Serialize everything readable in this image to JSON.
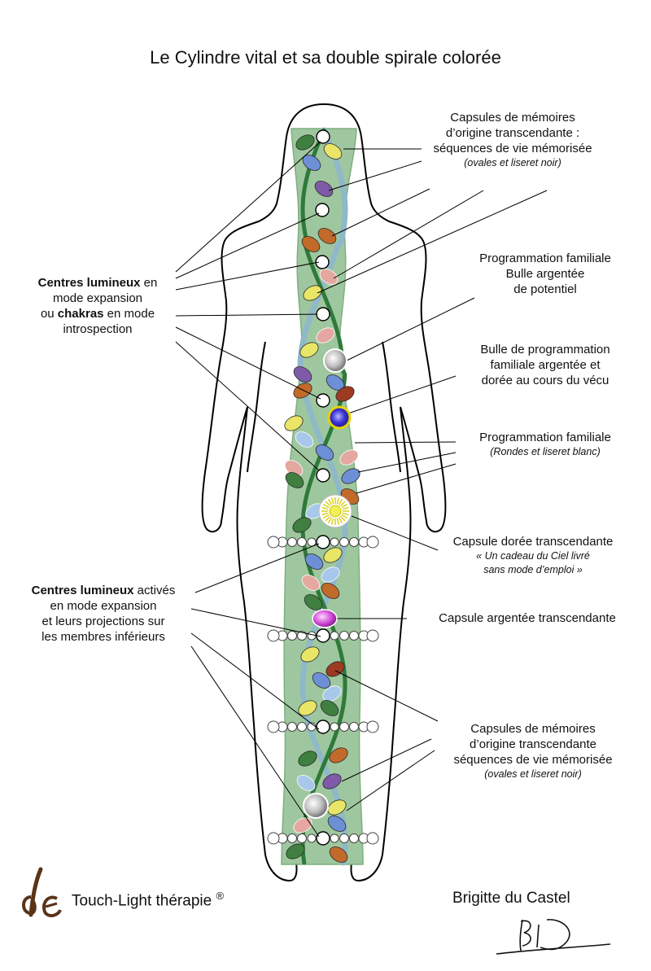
{
  "title": "Le Cylindre vital et sa double spirale colorée",
  "labels": {
    "capsules_top": {
      "l1": "Capsules de mémoires",
      "l2": "d’origine transcendante :",
      "l3": "séquences de vie mémorisée",
      "note": "(ovales et liseret noir)"
    },
    "prog_fam_bulle": {
      "l1": "Programmation familiale",
      "l2": "Bulle argentée",
      "l3": "de potentiel"
    },
    "bulle_prog": {
      "l1": "Bulle de programmation",
      "l2": "familiale argentée et",
      "l3": "dorée au cours du vécu"
    },
    "prog_fam_rondes": {
      "l1": "Programmation familiale",
      "note": "(Rondes et liseret blanc)"
    },
    "capsule_doree": {
      "l1": "Capsule dorée transcendante",
      "note1": "« Un cadeau du Ciel livré",
      "note2": "sans mode d’emploi »"
    },
    "capsule_argentee": {
      "l1": "Capsule argentée transcendante"
    },
    "capsules_bottom": {
      "l1": "Capsules de mémoires",
      "l2": "d’origine transcendante",
      "l3": "séquences de vie mémorisée",
      "note": "(ovales et liseret noir)"
    },
    "centres_intro": {
      "b1": "Centres lumineux",
      "t1": " en",
      "l2": "mode expansion",
      "t3a": "ou ",
      "b3": "chakras",
      "t3b": " en mode",
      "l4": "introspection"
    },
    "centres_exp": {
      "b1": "Centres lumineux",
      "t1": " activés",
      "l2": "en mode expansion",
      "l3": "et leurs projections sur",
      "l4": "les membres inférieurs"
    }
  },
  "footer": {
    "brand": "Touch-Light thérapie",
    "registered": "®",
    "author": "Brigitte du Castel"
  },
  "colors": {
    "cylinder": "#9fc79f",
    "cylinder_edge": "#7fae7f",
    "spiral_dark": "#2f7a3a",
    "spiral_light": "#8fb8c8",
    "ovals": [
      "#e9e567",
      "#6d8fd6",
      "#7f5aa8",
      "#c26a2a",
      "#3f7f3f",
      "#e4a8a0",
      "#a7c8ea",
      "#9c3a22"
    ]
  }
}
